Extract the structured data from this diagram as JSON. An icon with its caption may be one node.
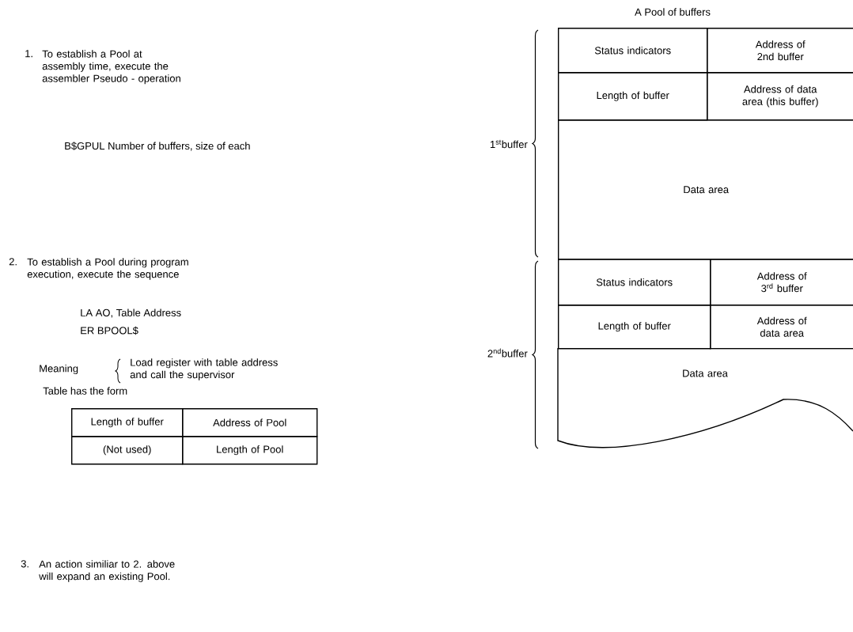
{
  "diagram": {
    "nodes": [
      {
        "text": [
          "Status indicators"
        ]
      },
      {
        "text": [
          "Address of 2nd buffer"
        ]
      },
      {
        "text": [
          "Length of buffer"
        ]
      },
      {
        "text": [
          "Address of data area (this buffer)"
        ]
      },
      {
        "text": [
          "Data area"
        ]
      },
      {
        "text": [
          "Status indicators"
        ]
      },
      {
        "text": [
          "Address of 3$^{rd}$ buffer"
        ]
      },
      {
        "text": [
          "Length of buffer"
        ]
      },
      {
        "text": [
          "Address of data area"
        ]
      },
      {
        "text": [
          "Data area"
        ]
      },
      {
        "text": [
          "Length of buffer"
        ]
      },
      {
        "text": [
          "Address of Pool"
        ]
      },
      {
        "text": [
          "(Not used)"
        ]
      },
      {
        "text": [
          "Length of Pool"
        ]
      }
    ],
    "edges": [],
    "labels": [
      "1.",
      "To establish a Pool at assembly time, execute the assembler Pseudo - operation",
      "B$GPUL Number of buffers, size of each",
      "2.",
      "To establish a Pool during program execution, execute the sequence",
      "LA AO, Table Address",
      "ER BPOOL$",
      "Meaning",
      "Load register with table address and call the supervisor",
      "Table has the form",
      "3.",
      "An action similiar to 2. above will expand an existing Pool.",
      "A Pool of buffers",
      "1$^{st}$buffer",
      "2$^{nd}$buffer"
    ]
  }
}
